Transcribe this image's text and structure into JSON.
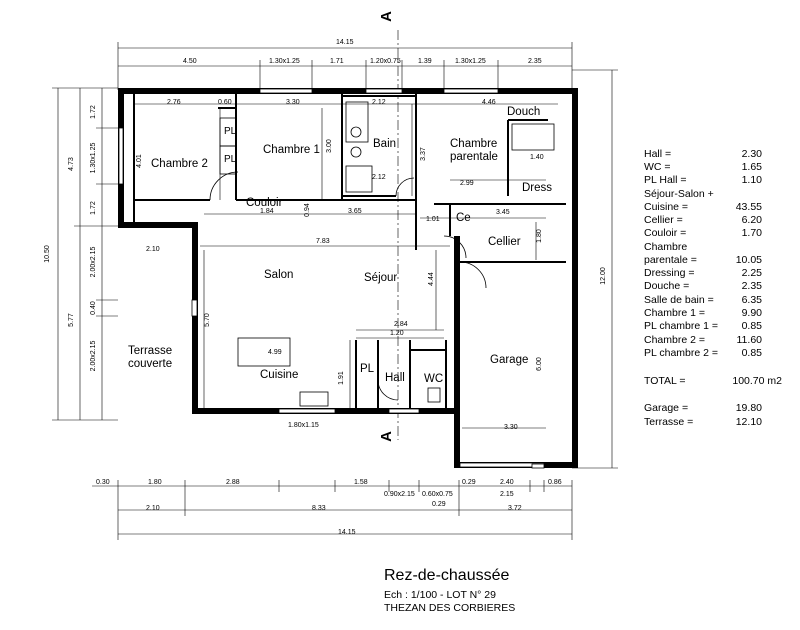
{
  "rooms": {
    "chambre2": "Chambre 2",
    "pl1": "PL",
    "pl2": "PL",
    "chambre1": "Chambre 1",
    "bain": "Bain",
    "chambre_parentale_1": "Chambre",
    "chambre_parentale_2": "parentale",
    "douch": "Douch",
    "dress": "Dress",
    "couloir": "Couloir",
    "ce": "Ce",
    "cellier": "Cellier",
    "salon": "Salon",
    "sejour": "Séjour",
    "terrasse_1": "Terrasse",
    "terrasse_2": "couverte",
    "cuisine": "Cuisine",
    "pl3": "PL",
    "hall": "Hall",
    "wc": "WC",
    "garage": "Garage"
  },
  "section_marks": {
    "top": "A",
    "bottom": "A"
  },
  "dimensions": {
    "total_top": "14.15",
    "total_bottom": "14.15",
    "top_row": [
      "4.50",
      "1.30x1.25",
      "1.71",
      "1.20x0.75",
      "1.39",
      "1.30x1.25",
      "2.35"
    ],
    "inner": {
      "d276": "2.76",
      "d060": "0.60",
      "d330": "3.30",
      "d212a": "2.12",
      "d446": "4.46",
      "d300": "3.00",
      "d337": "3.37",
      "d401": "4.01",
      "d140": "1.40",
      "d299": "2.99",
      "d212b": "2.12",
      "d184": "1.84",
      "d094": "0.94",
      "d365": "3.65",
      "d101": "1.01",
      "d345": "3.45",
      "d180v": "1.80",
      "d210a": "2.10",
      "d783": "7.83",
      "d444": "4.44",
      "d570": "5.70",
      "d284": "2.84",
      "d120": "1.20",
      "d499": "4.99",
      "d191": "1.91",
      "d600": "6.00",
      "d330g": "3.30",
      "d180x115": "1.80x1.15"
    },
    "bottom_row1": [
      "0.30",
      "1.80",
      "2.88",
      "1.58",
      "0.29",
      "2.40",
      "0.86"
    ],
    "bottom_row1b": [
      "0.90x2.15",
      "0.60x0.75",
      "2.15"
    ],
    "bottom_row1c": "0.29",
    "bottom_row2": [
      "2.10",
      "8.33",
      "3.72"
    ],
    "left_outer": "10.50",
    "left_mid": [
      "4.73",
      "5.77"
    ],
    "left_inner": [
      "1.72",
      "1.30x1.25",
      "1.72",
      "2.00x2.15",
      "0.40",
      "2.00x2.15"
    ],
    "right_outer": "12.00"
  },
  "surfaces": [
    {
      "label": "Hall =",
      "value": "2.30"
    },
    {
      "label": "WC =",
      "value": "1.65"
    },
    {
      "label": "PL Hall =",
      "value": "1.10"
    },
    {
      "label": "Séjour-Salon +",
      "value": ""
    },
    {
      "label": "Cuisine =",
      "value": "43.55"
    },
    {
      "label": "Cellier =",
      "value": "6.20"
    },
    {
      "label": "Couloir =",
      "value": "1.70"
    },
    {
      "label": "Chambre",
      "value": ""
    },
    {
      "label": "parentale =",
      "value": "10.05"
    },
    {
      "label": "Dressing =",
      "value": "2.25"
    },
    {
      "label": "Douche =",
      "value": "2.35"
    },
    {
      "label": "Salle de bain =",
      "value": "6.35"
    },
    {
      "label": "Chambre 1 =",
      "value": "9.90"
    },
    {
      "label": "PL chambre 1 =",
      "value": "0.85"
    },
    {
      "label": "Chambre 2 =",
      "value": "11.60"
    },
    {
      "label": "PL chambre 2 =",
      "value": "0.85"
    },
    {
      "label": "",
      "value": ""
    },
    {
      "label": "TOTAL =",
      "value": "100.70 m2"
    },
    {
      "label": "",
      "value": ""
    },
    {
      "label": "Garage =",
      "value": "19.80"
    },
    {
      "label": "Terrasse =",
      "value": "12.10"
    }
  ],
  "title": {
    "main": "Rez-de-chaussée",
    "scale": "Ech : 1/100  - LOT N° 29",
    "place": "THEZAN DES CORBIERES"
  }
}
